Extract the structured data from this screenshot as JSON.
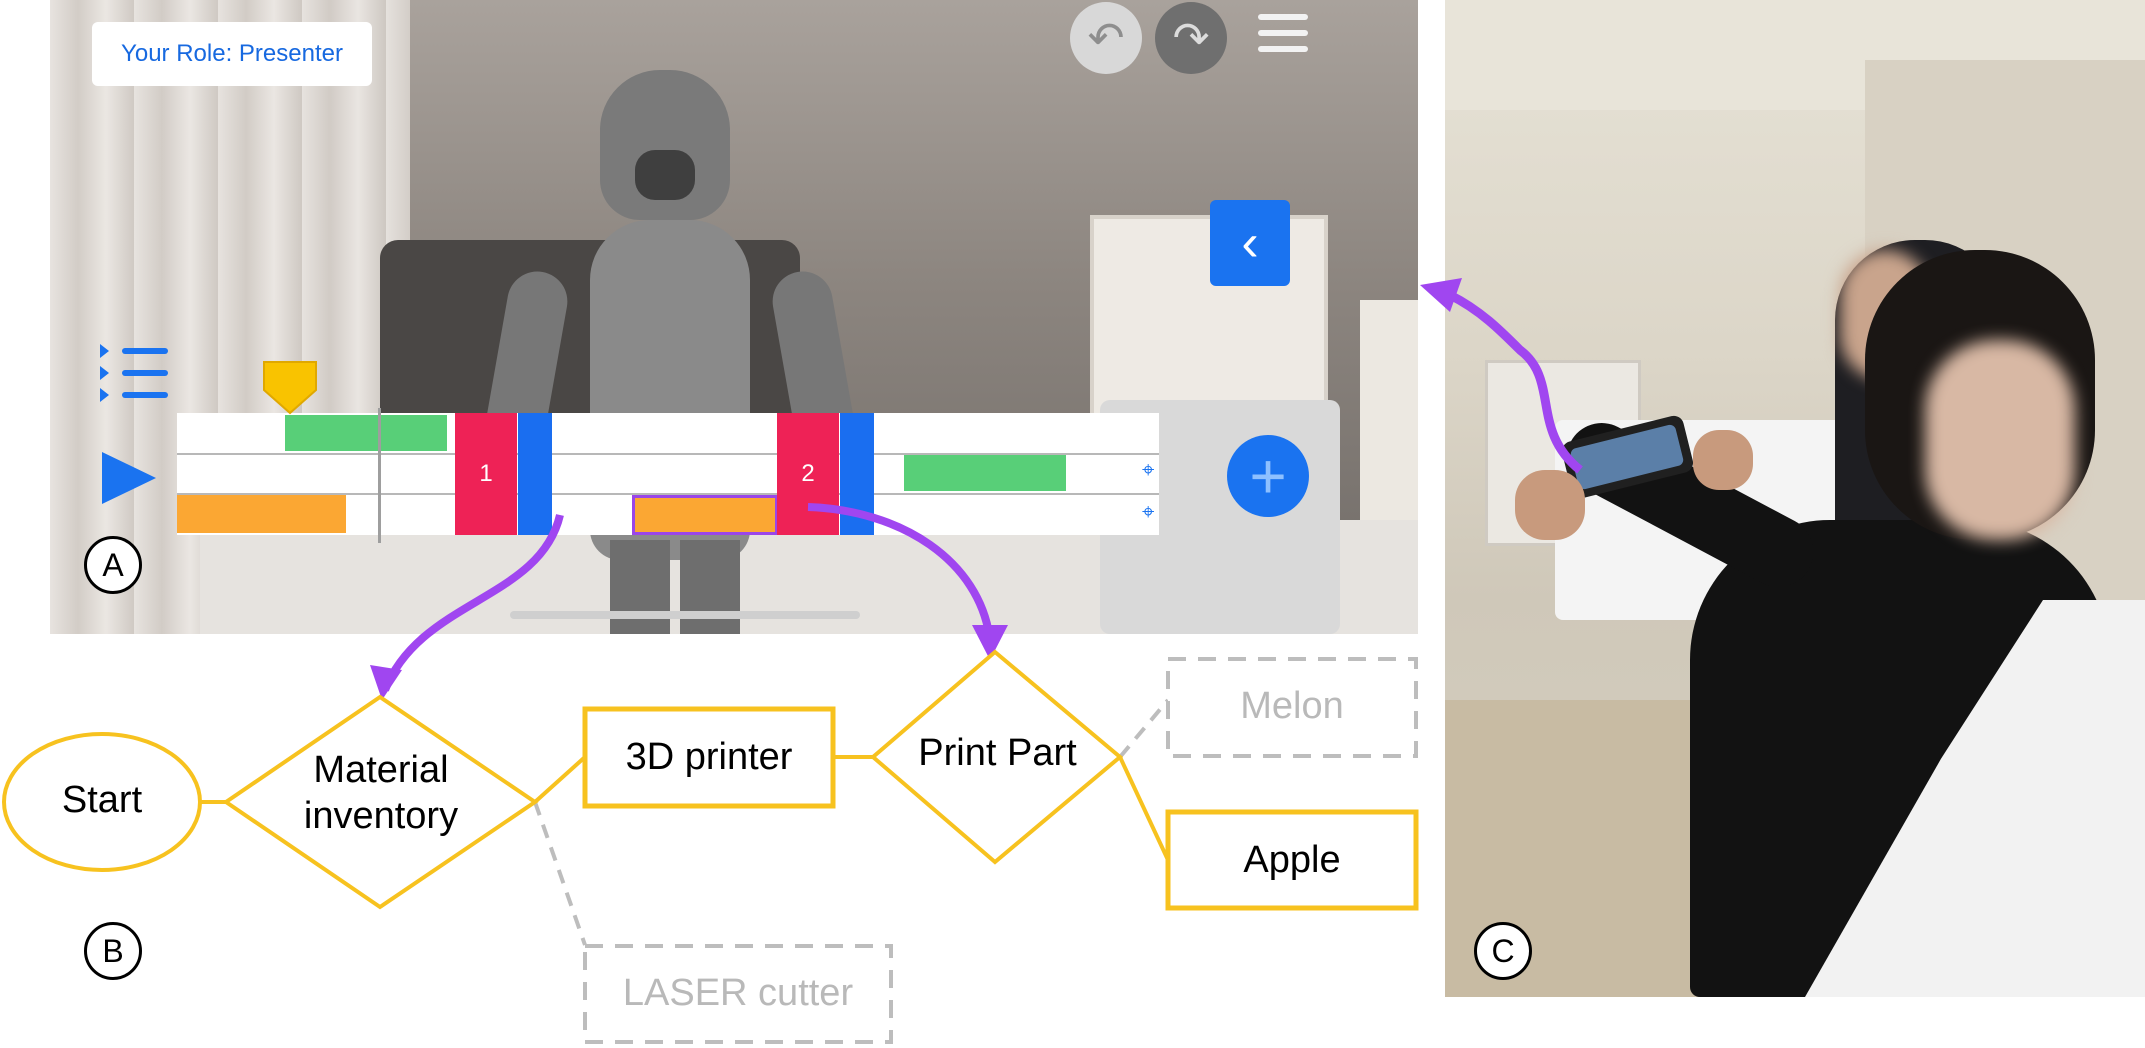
{
  "panel_a": {
    "role_badge": "Your Role: Presenter",
    "timeline": {
      "steps": [
        {
          "label": "1"
        },
        {
          "label": "2"
        }
      ]
    },
    "colors": {
      "accent_blue": "#1a73f0",
      "step_red": "#ee2256",
      "green_block": "#58cf78",
      "orange_block": "#fba733",
      "playhead_yellow": "#f9c300",
      "arrow_purple": "#a046f0"
    },
    "label": "A",
    "icons": {
      "undo": "undo-icon",
      "redo": "redo-icon",
      "menu": "hamburger-menu-icon",
      "collapse": "chevron-left-icon",
      "list": "list-icon",
      "play": "play-icon",
      "add": "plus-icon",
      "playhead": "playhead-marker-icon",
      "pin": "pin-icon"
    }
  },
  "panel_b": {
    "label": "B",
    "nodes": {
      "start": "Start",
      "material_inventory": "Material\ninventory",
      "printer": "3D printer",
      "print_part": "Print Part",
      "melon": "Melon",
      "apple": "Apple",
      "laser_cutter": "LASER cutter"
    },
    "colors": {
      "active": "#f7c21f",
      "inactive": "#bdbdbd"
    }
  },
  "panel_c": {
    "label": "C"
  }
}
